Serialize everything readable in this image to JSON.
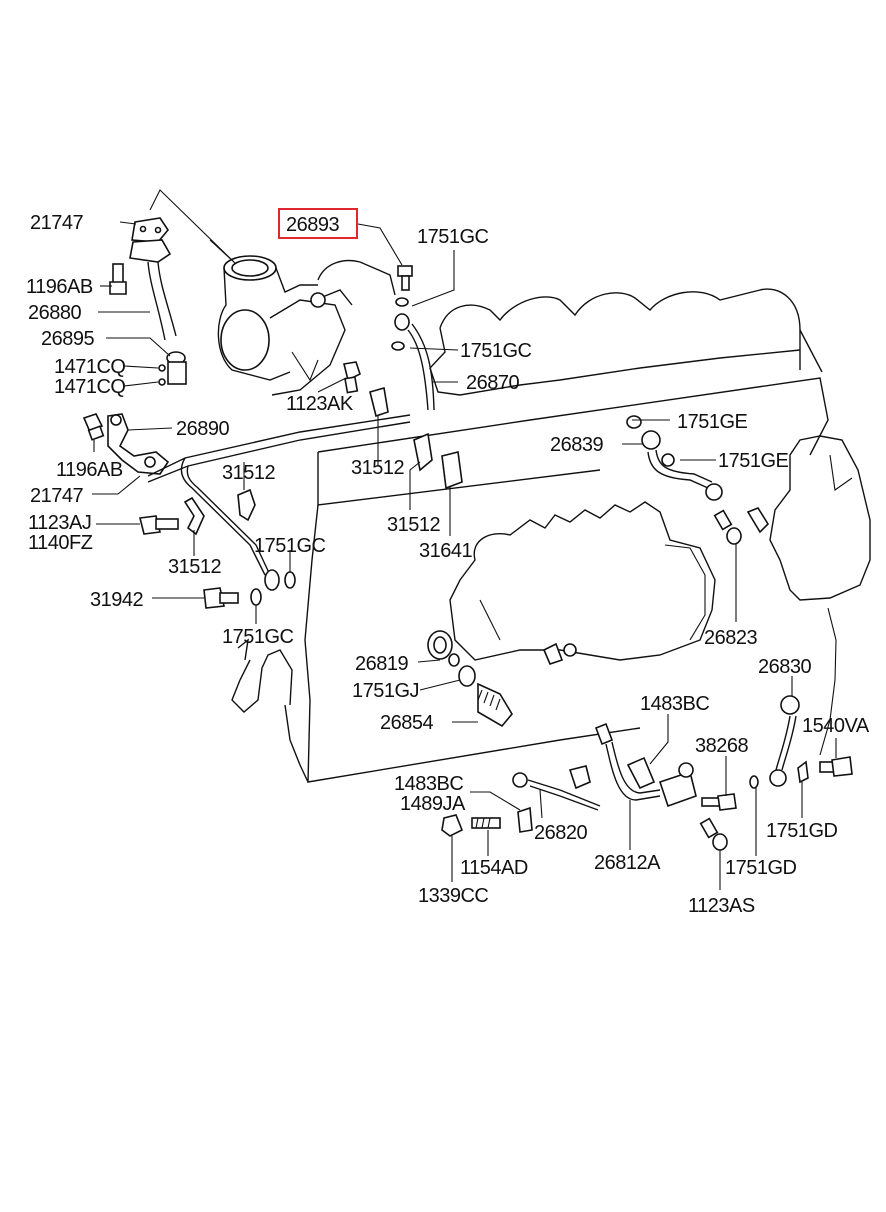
{
  "highlight_color": "#e0272e",
  "labels": {
    "l_21747_a": "21747",
    "l_26893": "26893",
    "l_1751gc_a": "1751GC",
    "l_1196ab_a": "1196AB",
    "l_26880": "26880",
    "l_26895": "26895",
    "l_1471cq_a": "1471CQ",
    "l_1471cq_b": "1471CQ",
    "l_1751gc_b": "1751GC",
    "l_26870": "26870",
    "l_1123ak": "1123AK",
    "l_26890": "26890",
    "l_1751ge_a": "1751GE",
    "l_26839": "26839",
    "l_1751ge_b": "1751GE",
    "l_1196ab_b": "1196AB",
    "l_31512_a": "31512",
    "l_31512_b": "31512",
    "l_21747_b": "21747",
    "l_31512_c": "31512",
    "l_31641": "31641",
    "l_1123aj": "1123AJ",
    "l_1140fz": "1140FZ",
    "l_31512_d": "31512",
    "l_1751gc_c": "1751GC",
    "l_31942": "31942",
    "l_1751gc_d": "1751GC",
    "l_26823": "26823",
    "l_26819": "26819",
    "l_26830": "26830",
    "l_1751gj": "1751GJ",
    "l_1483bc_a": "1483BC",
    "l_1540va": "1540VA",
    "l_26854": "26854",
    "l_38268": "38268",
    "l_1483bc_b": "1483BC",
    "l_1489ja": "1489JA",
    "l_26820": "26820",
    "l_1751gd_a": "1751GD",
    "l_26812a": "26812A",
    "l_1154ad": "1154AD",
    "l_1751gd_b": "1751GD",
    "l_1339cc": "1339CC",
    "l_1123as": "1123AS"
  }
}
